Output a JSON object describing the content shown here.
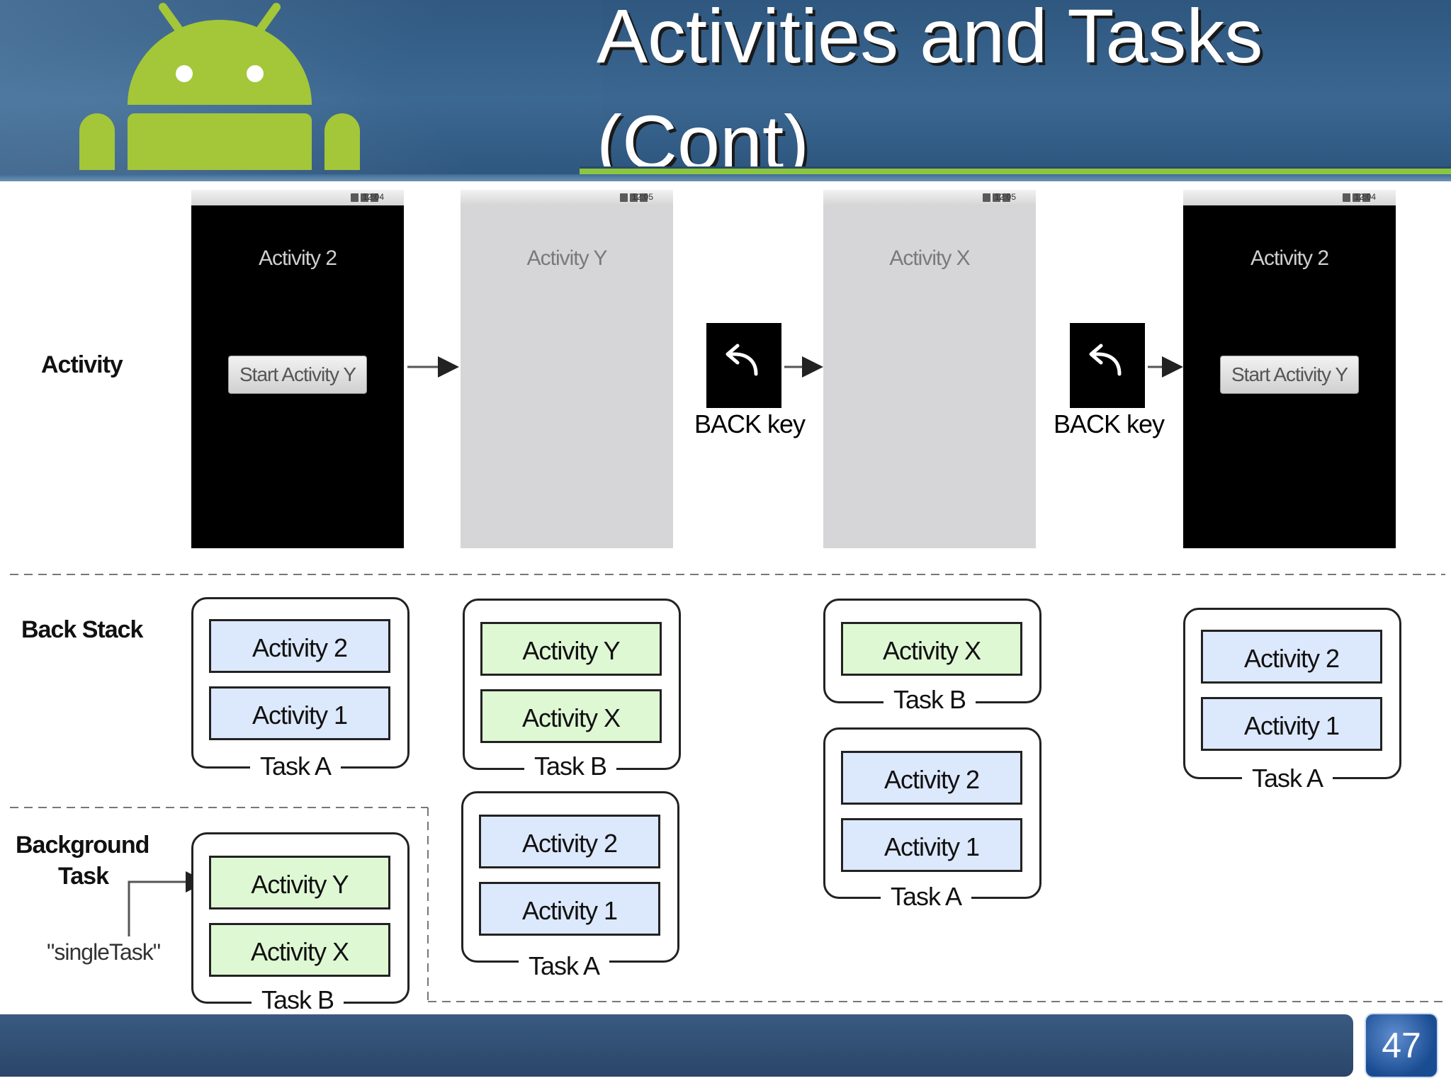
{
  "slide": {
    "title_line1": "Activities and Tasks",
    "title_line2": "(Cont)",
    "page_number": "47"
  },
  "colors": {
    "android_green": "#a4c639",
    "title_rule": "#8cc63f",
    "header_blue": "#345e88",
    "blue_box": "#dce8fb",
    "green_box": "#dff8d4",
    "footer": "#2f4c70"
  },
  "labels": {
    "activity": "Activity",
    "back_stack": "Back Stack",
    "background_task_line1": "Background",
    "background_task_line2": "Task",
    "single_task": "\"singleTask\""
  },
  "phones": [
    {
      "time": "12:04",
      "title": "Activity 2",
      "button": "Start Activity Y",
      "theme": "dark"
    },
    {
      "time": "12:05",
      "title": "Activity Y",
      "button": "",
      "theme": "light"
    },
    {
      "time": "12:05",
      "title": "Activity X",
      "button": "",
      "theme": "light"
    },
    {
      "time": "12:04",
      "title": "Activity 2",
      "button": "Start Activity Y",
      "theme": "dark"
    }
  ],
  "back_key_label": "BACK key",
  "tasks": {
    "col1_fg": {
      "label": "Task A",
      "items": [
        "Activity 2",
        "Activity 1"
      ]
    },
    "col1_bg": {
      "label": "Task B",
      "items": [
        "Activity Y",
        "Activity X"
      ]
    },
    "col2_top": {
      "label": "Task B",
      "items": [
        "Activity Y",
        "Activity X"
      ]
    },
    "col2_bottom": {
      "label": "Task A",
      "items": [
        "Activity 2",
        "Activity 1"
      ]
    },
    "col3_top": {
      "label": "Task B",
      "items": [
        "Activity X"
      ]
    },
    "col3_bottom": {
      "label": "Task A",
      "items": [
        "Activity 2",
        "Activity 1"
      ]
    },
    "col4": {
      "label": "Task A",
      "items": [
        "Activity 2",
        "Activity 1"
      ]
    }
  }
}
